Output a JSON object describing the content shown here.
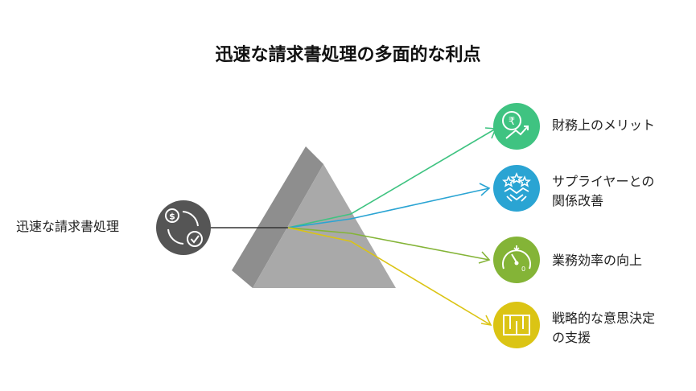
{
  "title": "迅速な請求書処理の多面的な利点",
  "input": {
    "label": "迅速な請求書処理",
    "icon": "invoice-dollar-check-icon",
    "color": "#555555"
  },
  "outputs": [
    {
      "label_lines": [
        "財務上のメリット"
      ],
      "icon": "rupee-growth-icon",
      "color": "#3fc381"
    },
    {
      "label_lines": [
        "サプライヤーとの",
        "関係改善"
      ],
      "icon": "handshake-stars-icon",
      "color": "#2aa4d3"
    },
    {
      "label_lines": [
        "業務効率の向上"
      ],
      "icon": "speedometer-icon",
      "color": "#84b437"
    },
    {
      "label_lines": [
        "戦略的な意思決定",
        "の支援"
      ],
      "icon": "maze-icon",
      "color": "#dbc414"
    }
  ],
  "prism": {
    "front_color": "#a9a9a9",
    "side_color": "#8e8e8e"
  }
}
